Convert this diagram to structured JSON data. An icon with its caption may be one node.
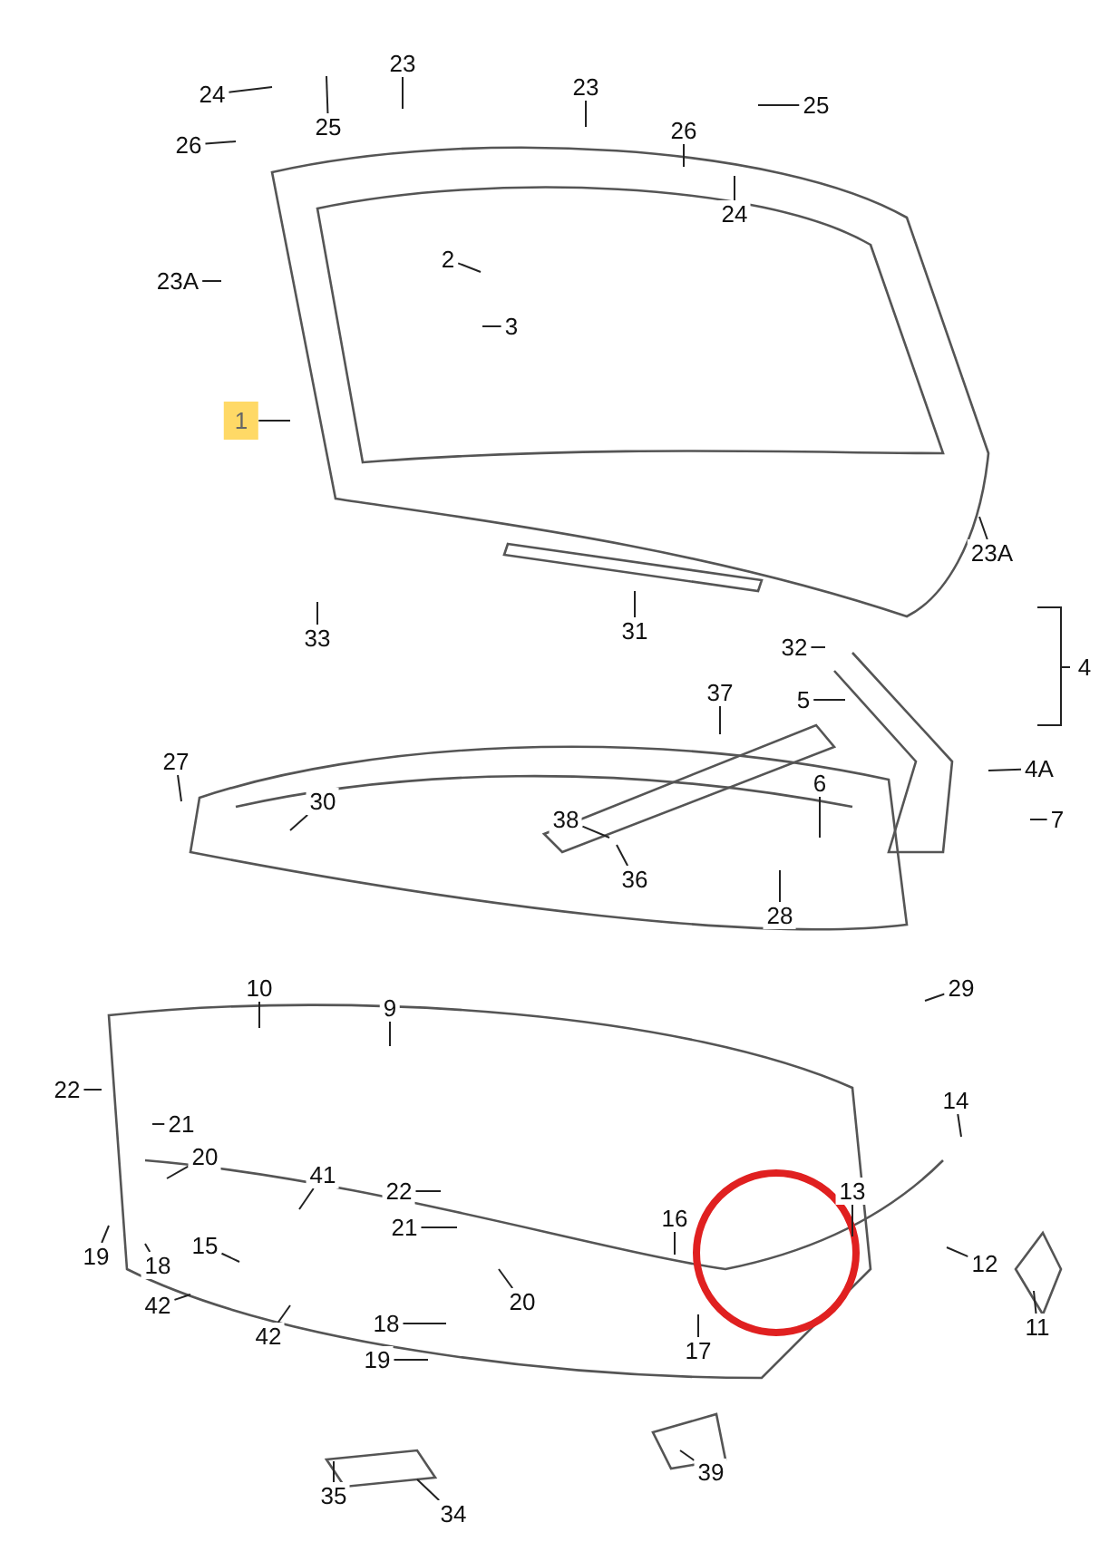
{
  "diagram": {
    "nodes": [
      {
        "text": [
          "24"
        ]
      },
      {
        "text": [
          "25"
        ]
      },
      {
        "text": [
          "23"
        ]
      },
      {
        "text": [
          "26"
        ]
      },
      {
        "text": [
          "23"
        ]
      },
      {
        "text": [
          "25"
        ]
      },
      {
        "text": [
          "26"
        ]
      },
      {
        "text": [
          "24"
        ]
      },
      {
        "text": [
          "23A"
        ]
      },
      {
        "text": [
          "2"
        ]
      },
      {
        "text": [
          "3"
        ]
      },
      {
        "text": [
          "1"
        ]
      },
      {
        "text": [
          "23A"
        ]
      },
      {
        "text": [
          "33"
        ]
      },
      {
        "text": [
          "31"
        ]
      },
      {
        "text": [
          "32"
        ]
      },
      {
        "text": [
          "5"
        ]
      },
      {
        "text": [
          "4A"
        ]
      },
      {
        "text": [
          "37"
        ]
      },
      {
        "text": [
          "27"
        ]
      },
      {
        "text": [
          "30"
        ]
      },
      {
        "text": [
          "38"
        ]
      },
      {
        "text": [
          "6"
        ]
      },
      {
        "text": [
          "7"
        ]
      },
      {
        "text": [
          "36"
        ]
      },
      {
        "text": [
          "28"
        ]
      },
      {
        "text": [
          "10"
        ]
      },
      {
        "text": [
          "9"
        ]
      },
      {
        "text": [
          "29"
        ]
      },
      {
        "text": [
          "22"
        ]
      },
      {
        "text": [
          "21"
        ]
      },
      {
        "text": [
          "20"
        ]
      },
      {
        "text": [
          "14"
        ]
      },
      {
        "text": [
          "41"
        ]
      },
      {
        "text": [
          "22"
        ]
      },
      {
        "text": [
          "21"
        ]
      },
      {
        "text": [
          "13"
        ]
      },
      {
        "text": [
          "16"
        ]
      },
      {
        "text": [
          "19"
        ]
      },
      {
        "text": [
          "18"
        ]
      },
      {
        "text": [
          "15"
        ]
      },
      {
        "text": [
          "42"
        ]
      },
      {
        "text": [
          "42"
        ]
      },
      {
        "text": [
          "20"
        ]
      },
      {
        "text": [
          "12"
        ]
      },
      {
        "text": [
          "11"
        ]
      },
      {
        "text": [
          "18"
        ]
      },
      {
        "text": [
          "19"
        ]
      },
      {
        "text": [
          "17"
        ]
      },
      {
        "text": [
          "35"
        ]
      },
      {
        "text": [
          "34"
        ]
      },
      {
        "text": [
          "39"
        ]
      },
      {
        "text": [
          "4"
        ]
      }
    ],
    "edges": [
      {
        "from": 0,
        "to": null,
        "arrow": "none"
      },
      {
        "from": 1,
        "to": null,
        "arrow": "none"
      },
      {
        "from": 2,
        "to": null,
        "arrow": "none"
      },
      {
        "from": 3,
        "to": null,
        "arrow": "none"
      },
      {
        "from": 4,
        "to": null,
        "arrow": "none"
      },
      {
        "from": 5,
        "to": null,
        "arrow": "none"
      },
      {
        "from": 6,
        "to": null,
        "arrow": "none"
      },
      {
        "from": 7,
        "to": null,
        "arrow": "none"
      },
      {
        "from": 8,
        "to": null,
        "arrow": "none"
      },
      {
        "from": 9,
        "to": null,
        "arrow": "none"
      },
      {
        "from": 10,
        "to": null,
        "arrow": "none"
      },
      {
        "from": 11,
        "to": null,
        "arrow": "none"
      },
      {
        "from": 12,
        "to": null,
        "arrow": "none"
      },
      {
        "from": 13,
        "to": null,
        "arrow": "none"
      },
      {
        "from": 14,
        "to": null,
        "arrow": "none"
      },
      {
        "from": 15,
        "to": null,
        "arrow": "none"
      },
      {
        "from": 16,
        "to": null,
        "arrow": "none"
      },
      {
        "from": 17,
        "to": null,
        "arrow": "none"
      },
      {
        "from": 18,
        "to": null,
        "arrow": "none"
      },
      {
        "from": 19,
        "to": null,
        "arrow": "none"
      },
      {
        "from": 20,
        "to": null,
        "arrow": "none"
      },
      {
        "from": 21,
        "to": null,
        "arrow": "none"
      },
      {
        "from": 22,
        "to": null,
        "arrow": "none"
      },
      {
        "from": 23,
        "to": null,
        "arrow": "none"
      },
      {
        "from": 24,
        "to": null,
        "arrow": "none"
      },
      {
        "from": 25,
        "to": null,
        "arrow": "none"
      },
      {
        "from": 26,
        "to": null,
        "arrow": "none"
      },
      {
        "from": 27,
        "to": null,
        "arrow": "none"
      },
      {
        "from": 28,
        "to": null,
        "arrow": "none"
      },
      {
        "from": 29,
        "to": null,
        "arrow": "none"
      },
      {
        "from": 30,
        "to": null,
        "arrow": "none"
      },
      {
        "from": 31,
        "to": null,
        "arrow": "none"
      },
      {
        "from": 32,
        "to": null,
        "arrow": "none"
      },
      {
        "from": 33,
        "to": null,
        "arrow": "none"
      },
      {
        "from": 34,
        "to": null,
        "arrow": "none"
      },
      {
        "from": 35,
        "to": null,
        "arrow": "none"
      },
      {
        "from": 36,
        "to": null,
        "arrow": "none"
      },
      {
        "from": 37,
        "to": null,
        "arrow": "none"
      },
      {
        "from": 38,
        "to": null,
        "arrow": "none"
      },
      {
        "from": 39,
        "to": null,
        "arrow": "none"
      },
      {
        "from": 40,
        "to": null,
        "arrow": "none"
      },
      {
        "from": 41,
        "to": null,
        "arrow": "none"
      },
      {
        "from": 42,
        "to": null,
        "arrow": "none"
      },
      {
        "from": 43,
        "to": null,
        "arrow": "none"
      },
      {
        "from": 44,
        "to": null,
        "arrow": "none"
      },
      {
        "from": 45,
        "to": null,
        "arrow": "none"
      },
      {
        "from": 46,
        "to": null,
        "arrow": "none"
      },
      {
        "from": 47,
        "to": null,
        "arrow": "none"
      },
      {
        "from": 48,
        "to": null,
        "arrow": "none"
      },
      {
        "from": 49,
        "to": null,
        "arrow": "none"
      },
      {
        "from": 50,
        "to": null,
        "arrow": "none"
      },
      {
        "from": 51,
        "to": null,
        "arrow": "none"
      }
    ]
  }
}
